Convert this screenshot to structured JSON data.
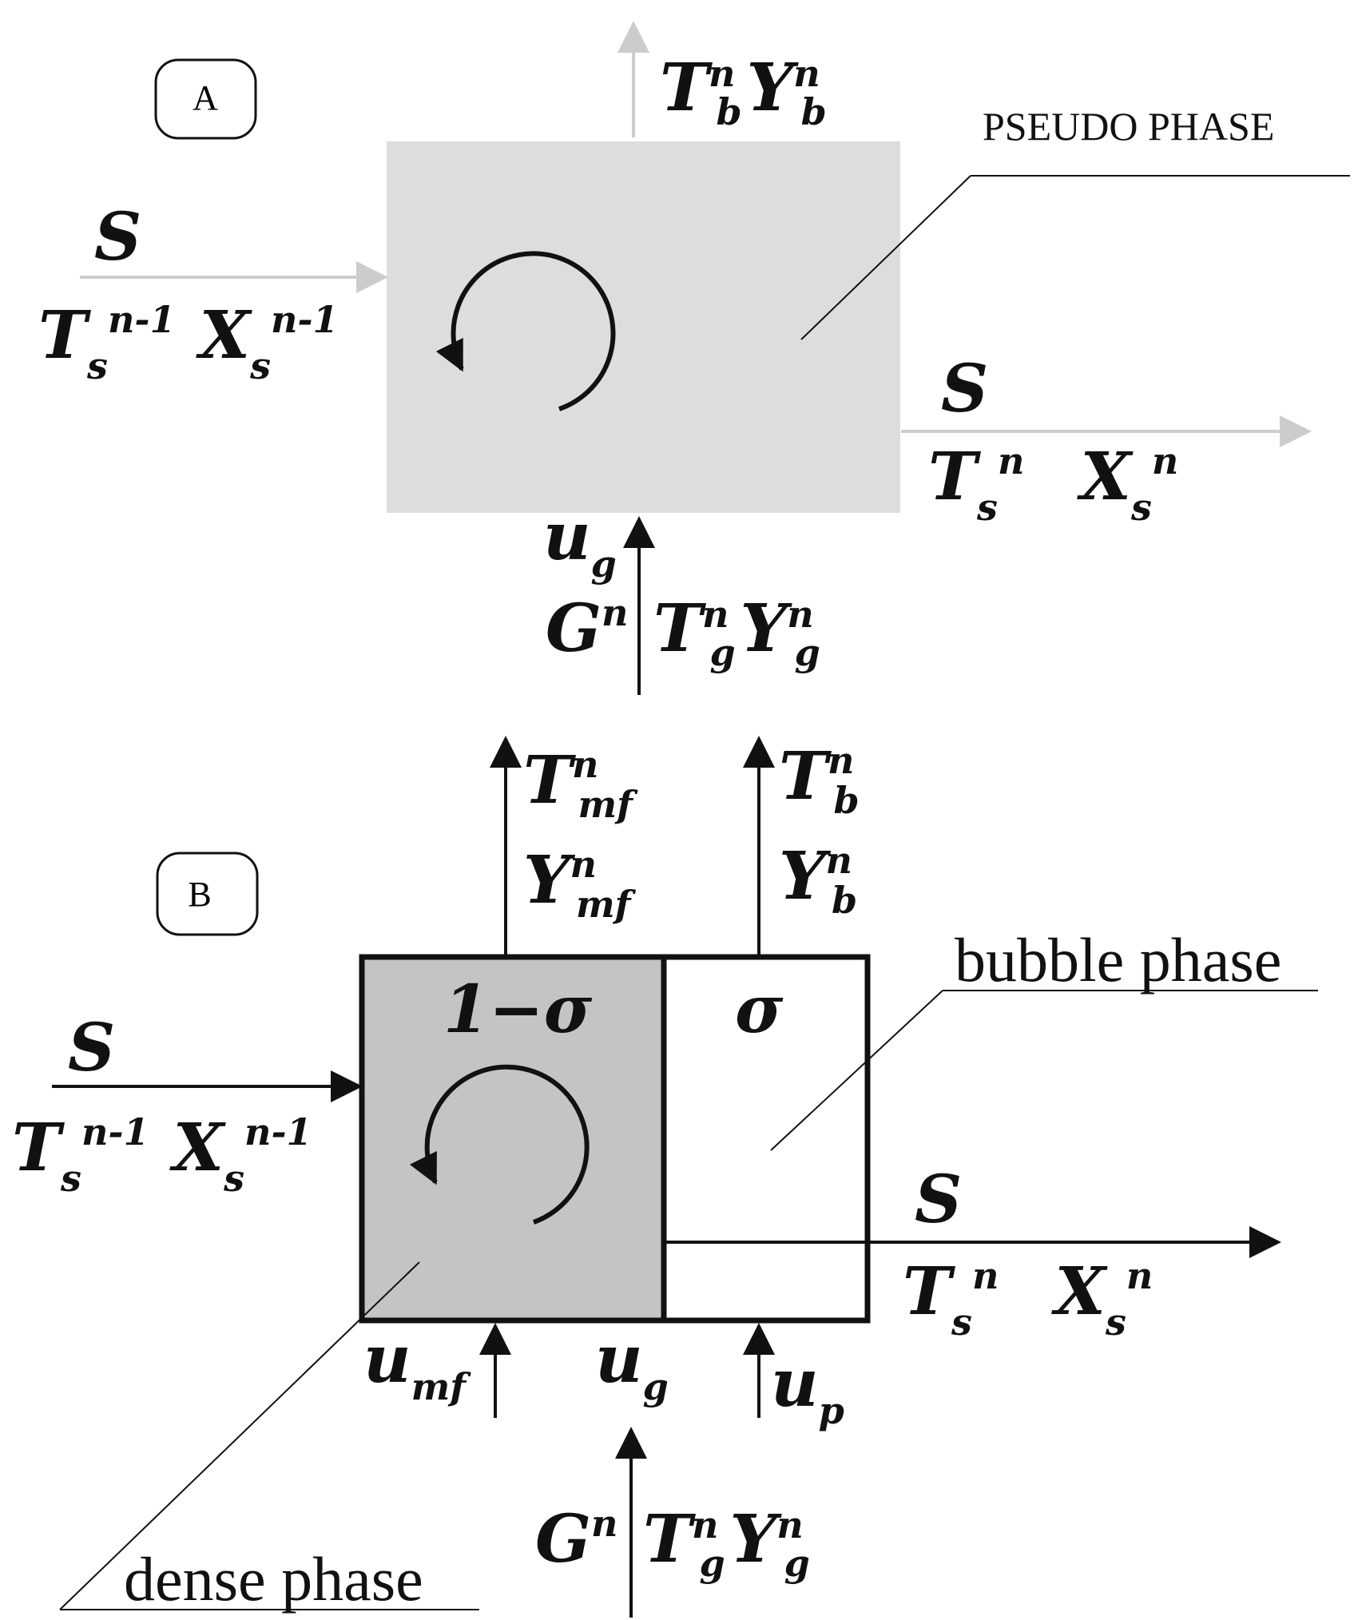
{
  "colors": {
    "pseudo_box": "#dddddd",
    "dense_box": "#c4c4c4",
    "light_arrow": "#cccccc",
    "line": "#111111",
    "pseudo_label": "#bbbbbb"
  },
  "panel_a": {
    "badge": "A",
    "pseudo_phase_label": "PSEUDO PHASE",
    "top_out": {
      "t_main": "T",
      "t_sub": "b",
      "t_sup": "n",
      "y_main": "Y",
      "y_sub": "b",
      "y_sup": "n"
    },
    "inlet_solid": {
      "s": "S",
      "t_main": "T",
      "t_sub": "s",
      "t_sup": "n-1",
      "x_main": "X",
      "x_sub": "s",
      "x_sup": "n-1"
    },
    "outlet_solid": {
      "s": "S",
      "t_main": "T",
      "t_sub": "s",
      "t_sup": "n",
      "x_main": "X",
      "x_sub": "s",
      "x_sup": "n"
    },
    "gas_in": {
      "u_main": "u",
      "u_sub": "g",
      "g_main": "G",
      "g_sup": "n",
      "t_main": "T",
      "t_sub": "g",
      "t_sup": "n",
      "y_main": "Y",
      "y_sub": "g",
      "y_sup": "n"
    }
  },
  "panel_b": {
    "badge": "B",
    "dense_fraction": "1−σ",
    "bubble_fraction": "σ",
    "bubble_label": "bubble phase",
    "dense_label": "dense phase",
    "mf_out": {
      "t_main": "T",
      "t_sub": "mf",
      "t_sup": "n",
      "y_main": "Y",
      "y_sub": "mf",
      "y_sup": "n"
    },
    "b_out": {
      "t_main": "T",
      "t_sub": "b",
      "t_sup": "n",
      "y_main": "Y",
      "y_sub": "b",
      "y_sup": "n"
    },
    "inlet_solid": {
      "s": "S",
      "t_main": "T",
      "t_sub": "s",
      "t_sup": "n-1",
      "x_main": "X",
      "x_sub": "s",
      "x_sup": "n-1"
    },
    "outlet_solid": {
      "s": "S",
      "t_main": "T",
      "t_sub": "s",
      "t_sup": "n",
      "x_main": "X",
      "x_sub": "s",
      "x_sup": "n"
    },
    "u_mf": {
      "main": "u",
      "sub": "mf"
    },
    "u_g": {
      "main": "u",
      "sub": "g"
    },
    "u_p": {
      "main": "u",
      "sub": "p"
    },
    "gas_in": {
      "g_main": "G",
      "g_sup": "n",
      "t_main": "T",
      "t_sub": "g",
      "t_sup": "n",
      "y_main": "Y",
      "y_sub": "g",
      "y_sup": "n"
    }
  }
}
